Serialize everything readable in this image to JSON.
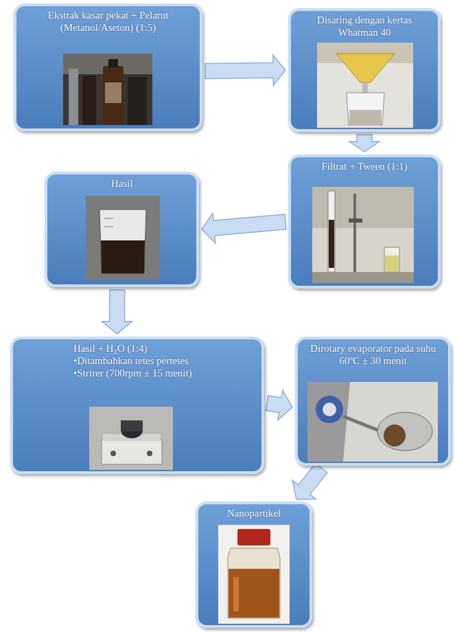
{
  "diagram": {
    "nodes": [
      {
        "text": [
          "Ekstrak kasar pekat + Pelarut (Metanol/Aseton) (1:5)"
        ]
      },
      {
        "text": [
          "Disaring dengan kertas Whatman 40"
        ]
      },
      {
        "text": [
          "Filtrat + Tween (1:1)"
        ]
      },
      {
        "text": [
          "Hasil"
        ]
      },
      {
        "text": [
          "Hasil + H₂O (1:4)",
          "•Ditambahkan tetes pertetes",
          "•Strirer (700rpm ± 15 menit)"
        ]
      },
      {
        "text": [
          "Dirotary evaporator pada suhu 60ºC ± 30 menit"
        ]
      },
      {
        "text": [
          "Nanopartikel"
        ]
      }
    ],
    "edges": [
      {
        "from": 0,
        "to": 1,
        "arrow": "to"
      },
      {
        "from": 1,
        "to": 2,
        "arrow": "to"
      },
      {
        "from": 2,
        "to": 3,
        "arrow": "to"
      },
      {
        "from": 3,
        "to": 4,
        "arrow": "to"
      },
      {
        "from": 4,
        "to": 5,
        "arrow": "to"
      },
      {
        "from": 5,
        "to": 6,
        "arrow": "to"
      }
    ]
  }
}
